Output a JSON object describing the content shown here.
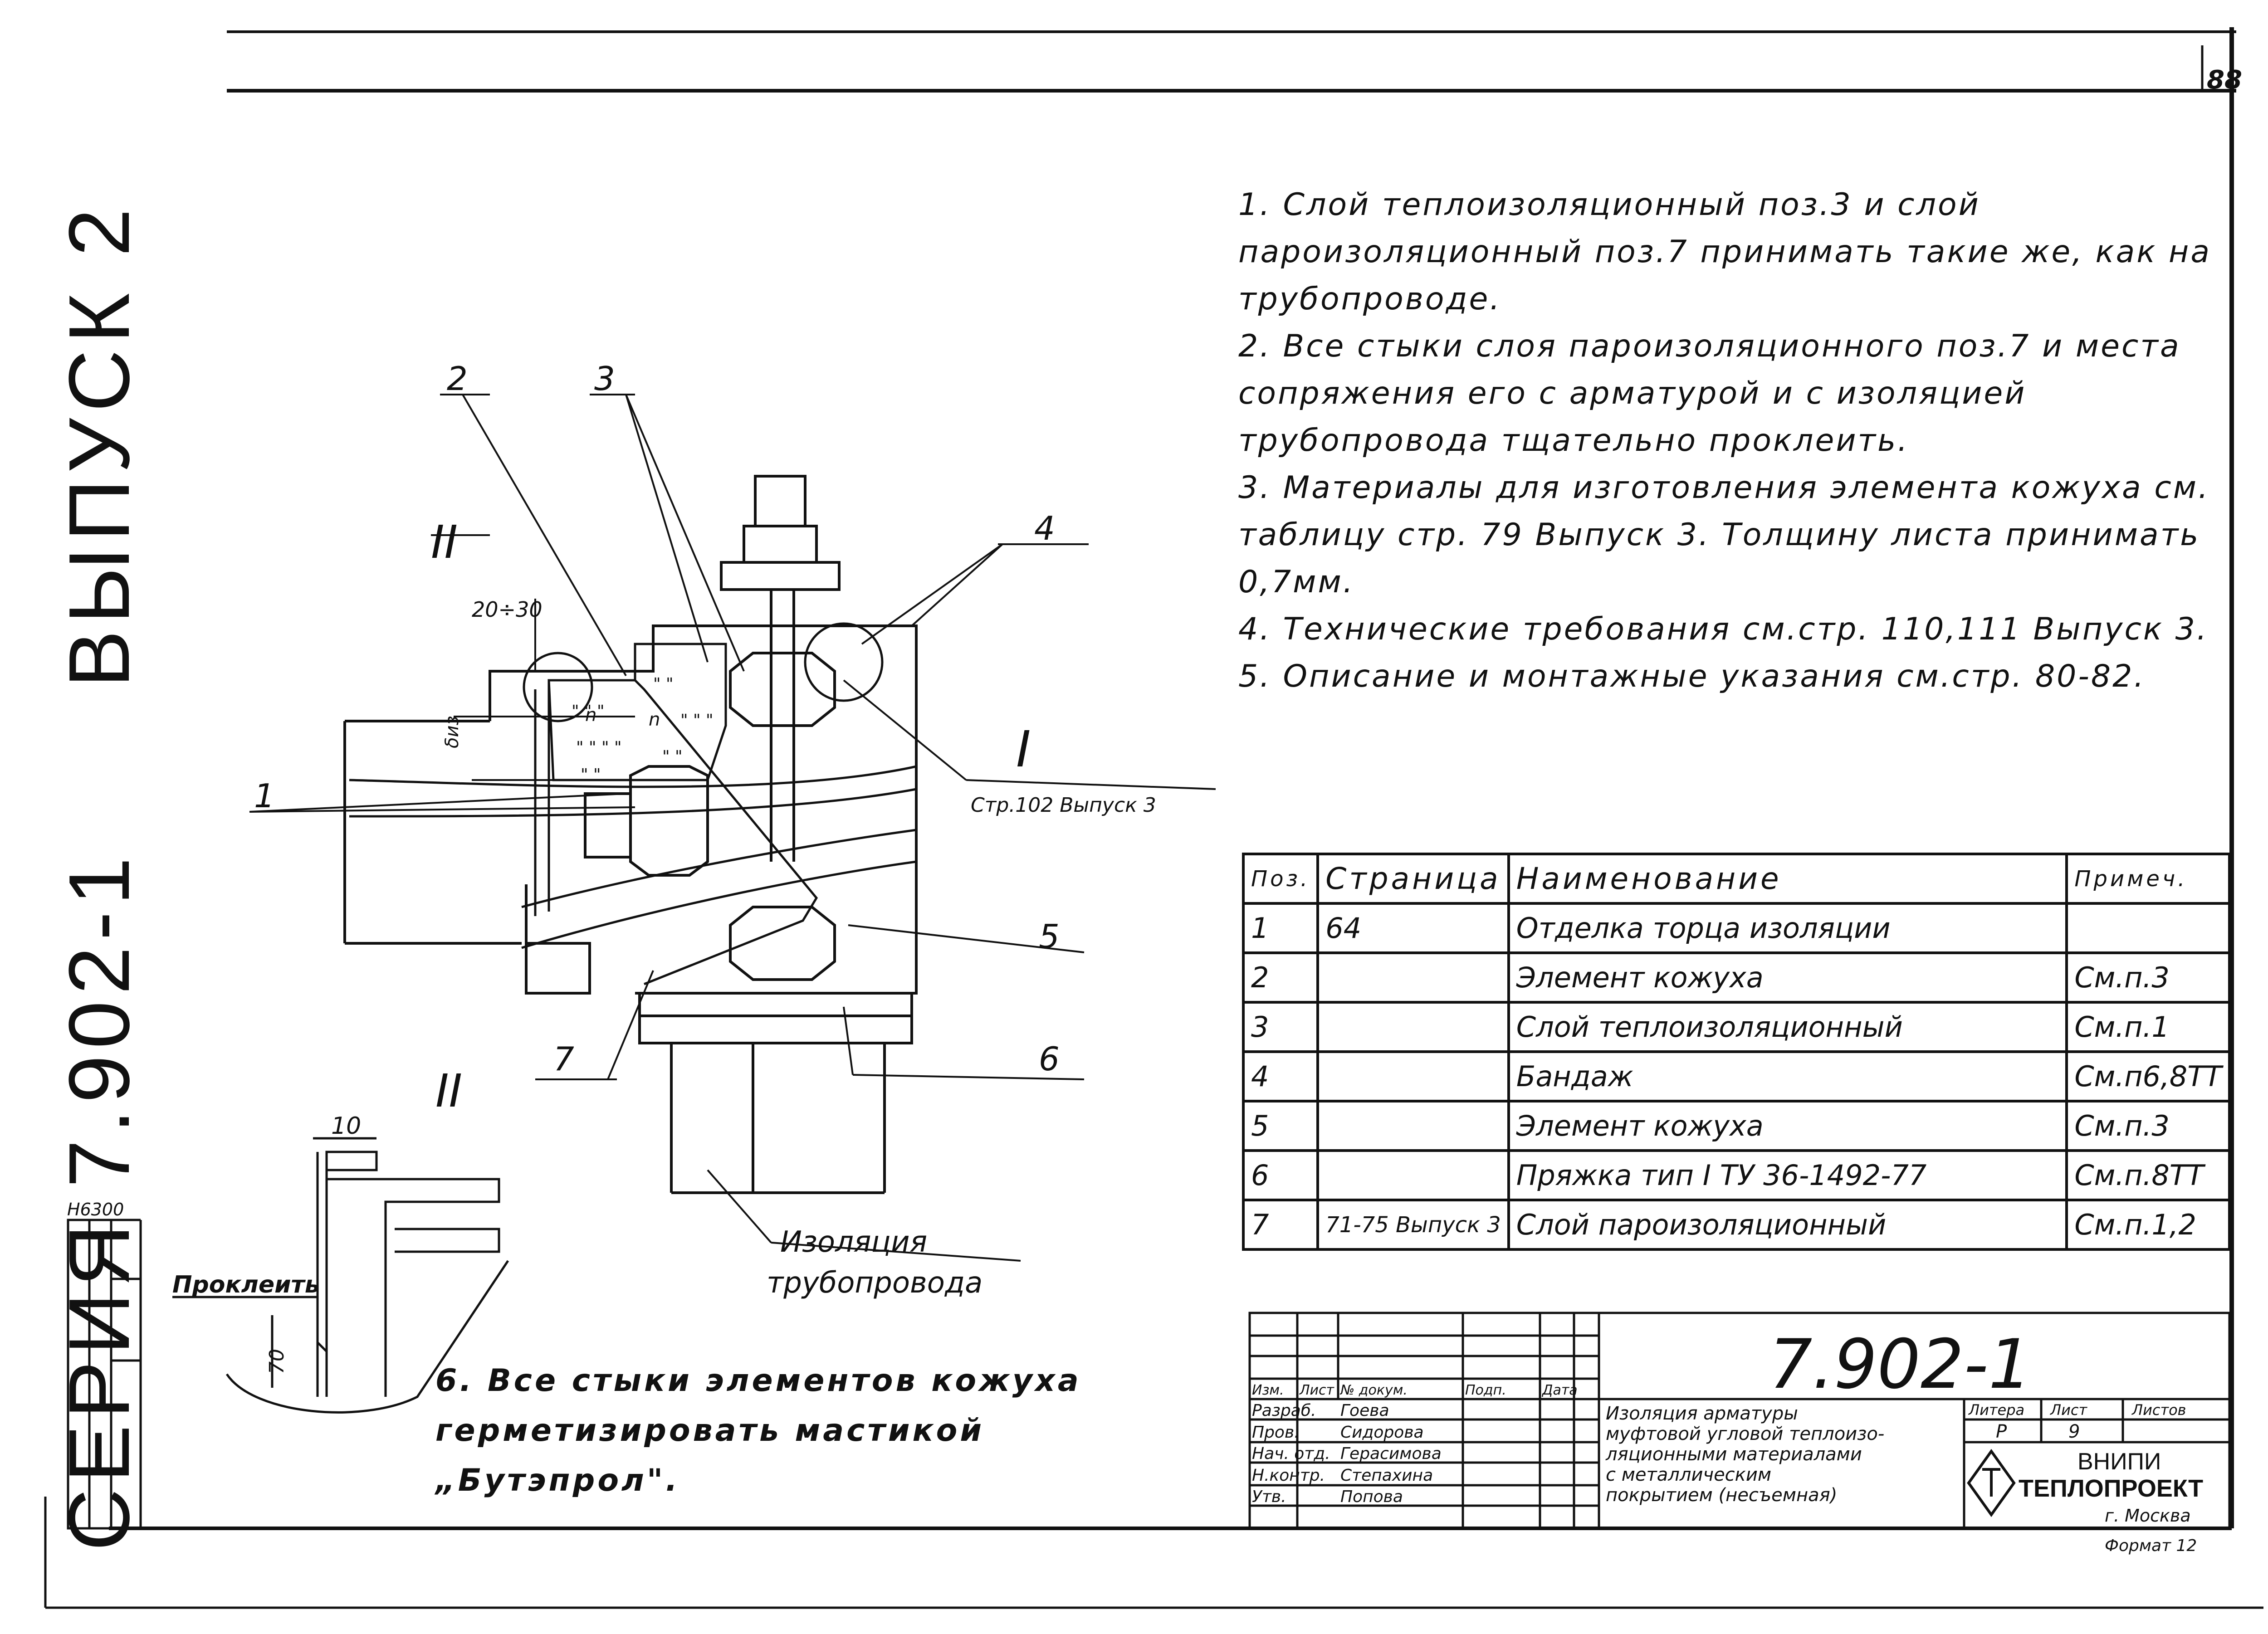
{
  "page_number": "88",
  "side_title": {
    "series": "СЕРИЯ 7.902-1",
    "issue": "ВЫПУСК 2"
  },
  "side_code": "Н6300",
  "notes": [
    "1. Слой теплоизоляционный поз.3 и слой пароизоляционный поз.7 принимать такие же, как на трубопроводе.",
    "2. Все стыки слоя пароизоляционного поз.7 и места сопряжения его с арматурой и с изоляцией трубопровода тщательно проклеить.",
    "3. Материалы для изготовления элемента кожуха см. таблицу стр. 79 Выпуск 3. Толщину листа принимать 0,7мм.",
    "4. Технические требования см.стр. 110,111 Выпуск 3.",
    "5. Описание и монтажные указания см.стр. 80-82."
  ],
  "note6": "6. Все стыки элементов кожуха герметизировать мастикой „Бутэпрол\".",
  "drawing": {
    "callouts": [
      "1",
      "2",
      "3",
      "4",
      "5",
      "6",
      "7"
    ],
    "section_I": "I",
    "section_II": "II",
    "section_ref": "Стр.102 Выпуск 3",
    "dim_gap": "20÷30",
    "dim_thickness": "δиз",
    "pipe_insulation_label": [
      "Изоляция",
      "трубопровода"
    ],
    "detail_dim_10": "10",
    "detail_dim_70": "70",
    "detail_glue": "Проклеить",
    "marks": [
      "n",
      "n"
    ]
  },
  "spec_table": {
    "headers": [
      "Поз.",
      "Страница",
      "Наименование",
      "Примеч."
    ],
    "rows": [
      [
        "1",
        "64",
        "Отделка торца изоляции",
        ""
      ],
      [
        "2",
        "",
        "Элемент кожуха",
        "См.п.3"
      ],
      [
        "3",
        "",
        "Слой теплоизоляционный",
        "См.п.1"
      ],
      [
        "4",
        "",
        "Бандаж",
        "См.п6,8ТТ"
      ],
      [
        "5",
        "",
        "Элемент кожуха",
        "См.п.3"
      ],
      [
        "6",
        "",
        "Пряжка тип I ТУ 36-1492-77",
        "См.п.8ТТ"
      ],
      [
        "7",
        "71-75 Выпуск 3",
        "Слой пароизоляционный",
        "См.п.1,2"
      ]
    ]
  },
  "title_block": {
    "doc_number": "7.902-1",
    "head": [
      "Изм.",
      "Лист",
      "№ докум.",
      "Подп.",
      "Дата"
    ],
    "people": [
      [
        "Разраб.",
        "Гоева"
      ],
      [
        "Пров.",
        "Сидорова"
      ],
      [
        "Нач. отд.",
        "Герасимова"
      ],
      [
        "Н.контр.",
        "Степахина"
      ],
      [
        "Утв.",
        "Попова"
      ]
    ],
    "title": [
      "Изоляция арматуры",
      "муфтовой угловой теплоизо-",
      "ляционными материалами",
      "с металлическим",
      "покрытием (несъемная)"
    ],
    "stage_label": "Литера",
    "sheet_label": "Лист",
    "sheets_label": "Листов",
    "stage": "Р",
    "sheet": "9",
    "org": [
      "ВНИПИ",
      "ТЕПЛОПРОЕКТ",
      "г. Москва"
    ]
  },
  "format": "Формат 12"
}
